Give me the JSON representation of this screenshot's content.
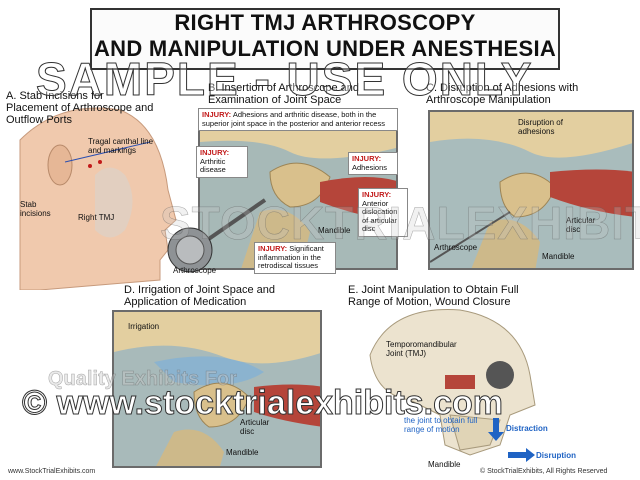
{
  "title": {
    "line1": "RIGHT TMJ ARTHROSCOPY",
    "line2": "AND MANIPULATION UNDER ANESTHESIA"
  },
  "sections": {
    "a": {
      "title": "A. Stab Incisions for Placement of Arthroscope and Outflow Ports",
      "labels": {
        "tragal": "Tragal canthal line and markings",
        "stab": "Stab incisions",
        "rtmj": "Right TMJ"
      }
    },
    "b": {
      "title": "B. Insertion of Arthroscope and Examination of Joint Space",
      "injuries": [
        {
          "key": "INJURY:",
          "text": "Adhesions and arthritic disease, both in the superior joint space in the posterior and anterior recess"
        },
        {
          "key": "INJURY:",
          "text": "Arthritic disease"
        },
        {
          "key": "INJURY:",
          "text": "Adhesions"
        },
        {
          "key": "INJURY:",
          "text": "Anterior dislocation of articular disc"
        },
        {
          "key": "INJURY:",
          "text": "Significant inflammation in the retrodiscal tissues"
        }
      ],
      "labels": {
        "mandible": "Mandible",
        "arthroscope": "Arthroscope"
      }
    },
    "c": {
      "title": "C. Disruption of Adhesions with Arthroscope Manipulation",
      "labels": {
        "adhesions": "Disruption of adhesions",
        "disc": "Articular disc",
        "mandible": "Mandible",
        "arthroscope": "Arthroscope"
      }
    },
    "d": {
      "title": "D. Irrigation of Joint Space and Application of Medication",
      "labels": {
        "irrigation": "Irrigation",
        "disc": "Articular disc",
        "mandible": "Mandible"
      }
    },
    "e": {
      "title": "E. Joint Manipulation to Obtain Full Range of Motion, Wound Closure",
      "labels": {
        "tmj": "Temporomandibular Joint (TMJ)",
        "mobilize": "the joint to obtain full range of motion",
        "mandible": "Mandible",
        "distraction": "Distraction",
        "disruption": "Disruption"
      }
    }
  },
  "watermarks": {
    "sample": "SAMPLE - USE ONLY",
    "url": "© www.stocktrialexhibits.com",
    "brand": "STOCKTRIALEXHIBITS",
    "tagline": "Quality Exhibits For"
  },
  "footer": {
    "left": "www.StockTrialExhibits.com",
    "right": "© StockTrialExhibits, All Rights Reserved"
  },
  "colors": {
    "injury": "#c21a1a",
    "arrow": "#1f63c4",
    "muscle": "#b5453a",
    "bone": "#e3cfa0"
  }
}
